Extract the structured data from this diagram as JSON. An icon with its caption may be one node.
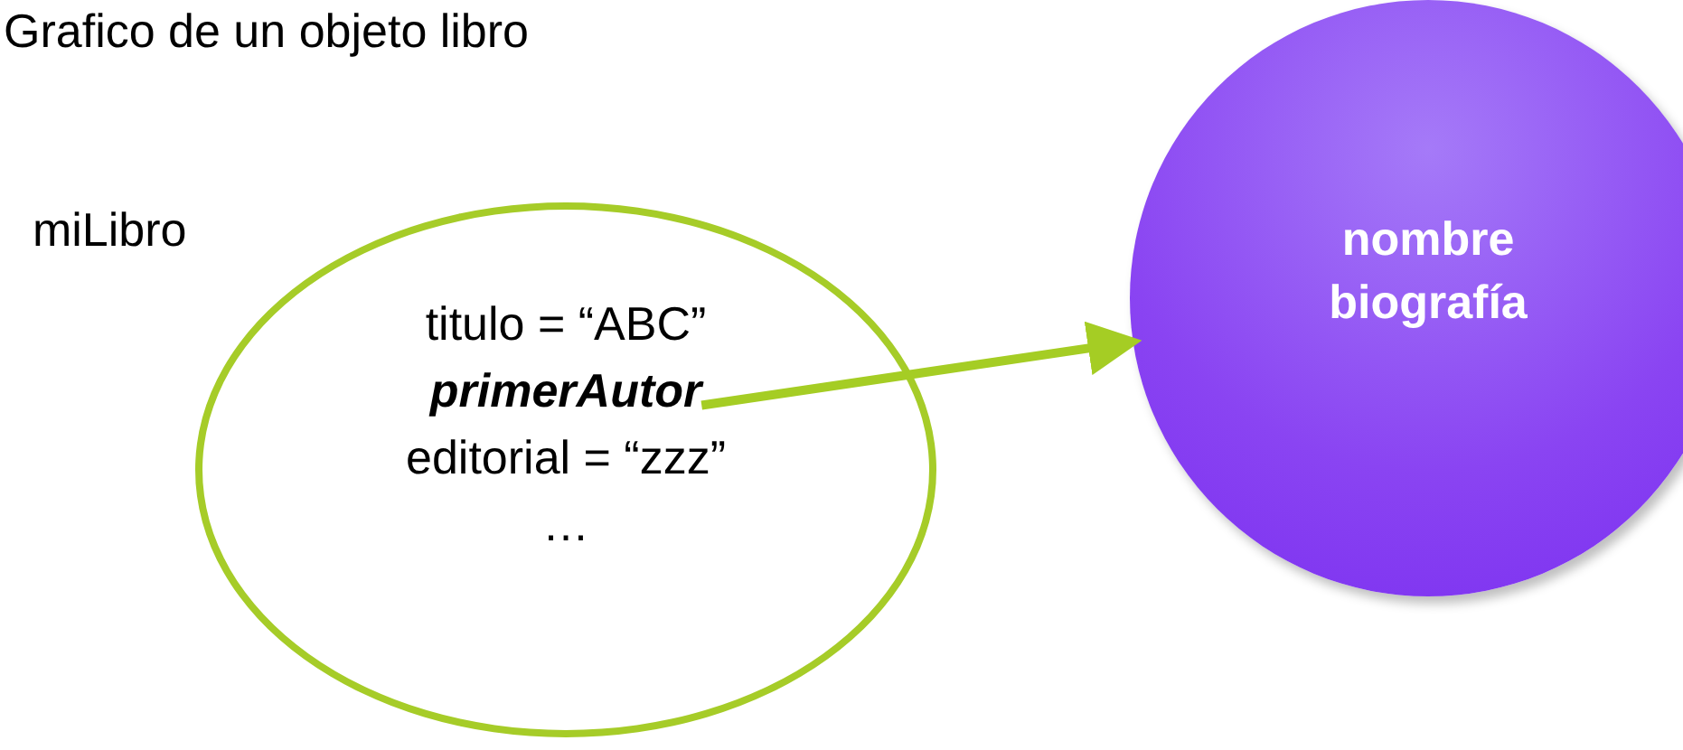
{
  "diagram": {
    "title": "Grafico de un objeto libro",
    "nodes": [
      {
        "text": [
          "titulo = “ABC”",
          "editorial = “zzz”",
          "…"
        ],
        "beside": [
          "miLibro"
        ]
      },
      {
        "text": [
          "primerAutor"
        ],
        "in": 0
      },
      {
        "text": [
          "nombre biografía"
        ]
      }
    ],
    "edges": [
      {
        "from": 1,
        "to": 2,
        "arrow": "to",
        "color": "#a5cd24"
      }
    ]
  }
}
